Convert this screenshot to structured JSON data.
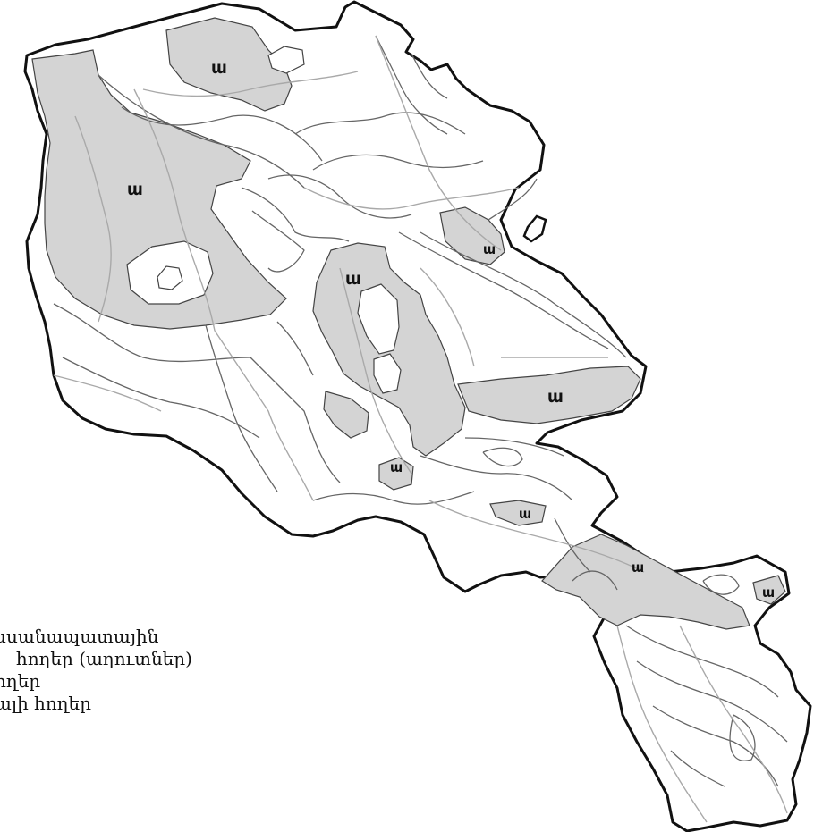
{
  "map": {
    "zone_letter": "ա",
    "colors": {
      "zone_fill": "#d4d4d4",
      "border": "#111111",
      "contour": "#777777",
      "river": "#a9a9a9",
      "background": "#ffffff"
    }
  },
  "legend": {
    "items": [
      "ասանապատային",
      "հողեր (աղուտներ)",
      "ողեր",
      "ալի հողեր"
    ]
  }
}
